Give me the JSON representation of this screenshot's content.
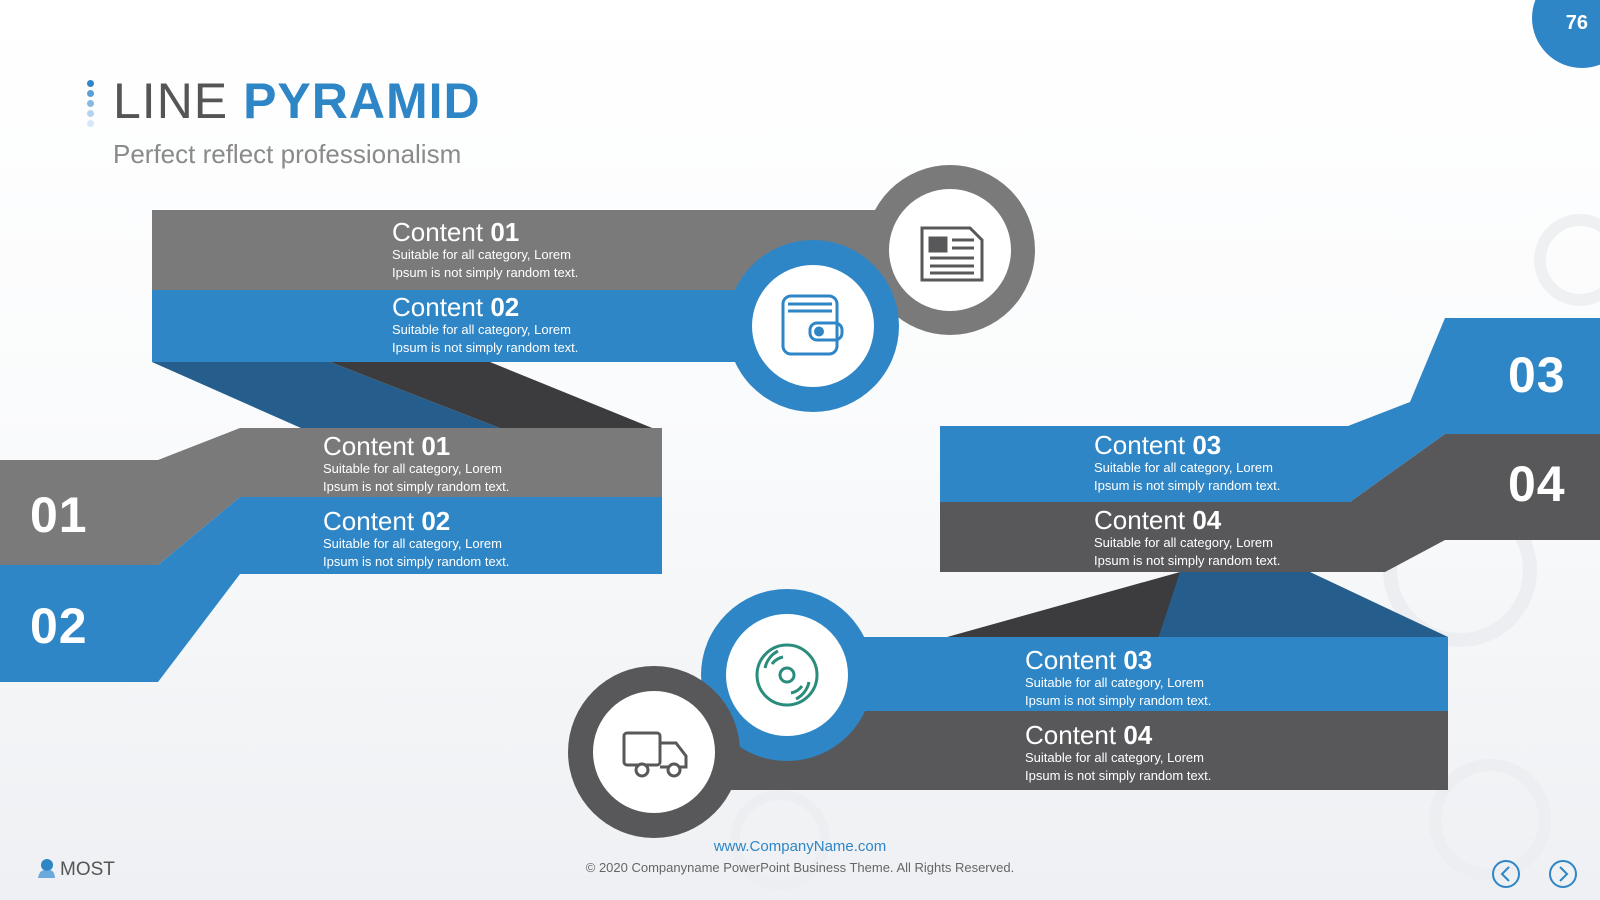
{
  "page_number": "76",
  "title": {
    "light": "LINE",
    "bold": "PYRAMID"
  },
  "subtitle": "Perfect reflect professionalism",
  "colors": {
    "blue": "#2f86c6",
    "gray": "#7a7a7a",
    "dark": "#58585a",
    "darker": "#3c3c3e",
    "darkblue": "#255e8c"
  },
  "upper_group": [
    {
      "head_word": "Content",
      "head_num": "01",
      "line1": "Suitable for all category, Lorem",
      "line2": "Ipsum is not simply random text."
    },
    {
      "head_word": "Content",
      "head_num": "02",
      "line1": "Suitable for all category, Lorem",
      "line2": "Ipsum is not simply random text."
    }
  ],
  "left_group": [
    {
      "head_word": "Content",
      "head_num": "01",
      "line1": "Suitable for all category, Lorem",
      "line2": "Ipsum is not simply random text."
    },
    {
      "head_word": "Content",
      "head_num": "02",
      "line1": "Suitable for all category, Lorem",
      "line2": "Ipsum is not simply random text."
    }
  ],
  "right_group": [
    {
      "head_word": "Content",
      "head_num": "03",
      "line1": "Suitable for all category, Lorem",
      "line2": "Ipsum is not simply random text."
    },
    {
      "head_word": "Content",
      "head_num": "04",
      "line1": "Suitable for all category, Lorem",
      "line2": "Ipsum is not simply random text."
    }
  ],
  "lower_group": [
    {
      "head_word": "Content",
      "head_num": "03",
      "line1": "Suitable for all category, Lorem",
      "line2": "Ipsum is not simply random text."
    },
    {
      "head_word": "Content",
      "head_num": "04",
      "line1": "Suitable for all category, Lorem",
      "line2": "Ipsum is not simply random text."
    }
  ],
  "big_numbers": [
    "01",
    "02",
    "03",
    "04"
  ],
  "icons": [
    "newspaper-icon",
    "wallet-icon",
    "disc-icon",
    "truck-icon"
  ],
  "footer": {
    "url": "www.CompanyName.com",
    "copyright": "© 2020 Companyname PowerPoint Business Theme. All Rights Reserved.",
    "logo_text": "MOST"
  }
}
